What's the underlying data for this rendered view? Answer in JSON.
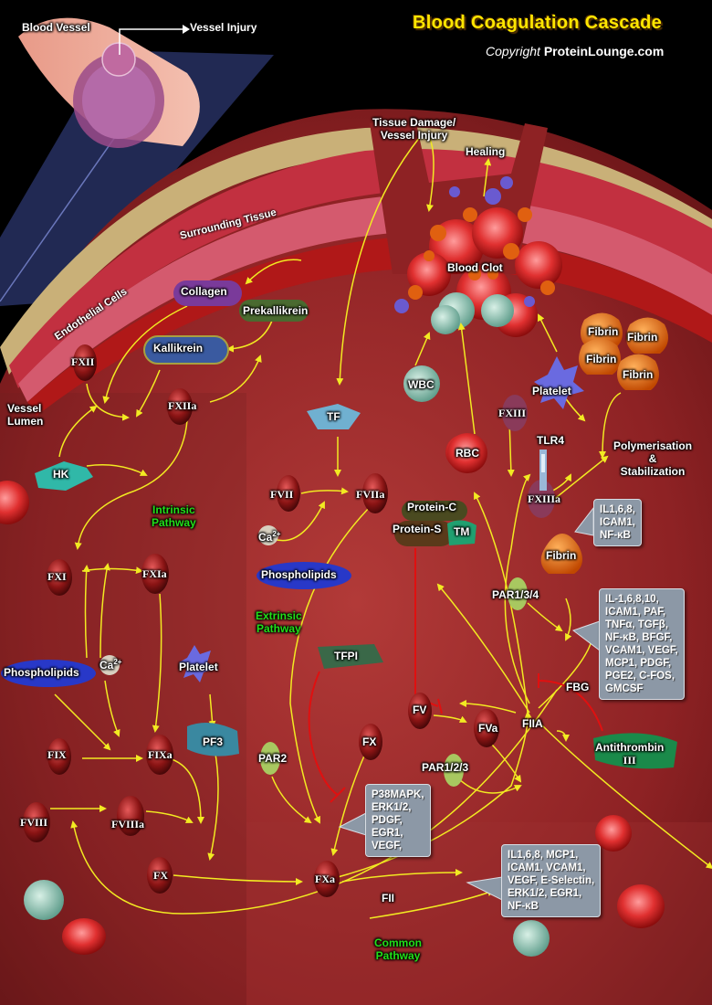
{
  "title": "Blood Coagulation Cascade",
  "copyright_prefix": "Copyright",
  "copyright_site": "ProteinLounge.com",
  "labels": {
    "blood_vessel": "Blood Vessel",
    "vessel_injury": "Vessel Injury",
    "tissue_damage_1": "Tissue Damage/",
    "tissue_damage_2": "Vessel Injury",
    "healing": "Healing",
    "surrounding_tissue": "Surrounding Tissue",
    "endothelial_cells": "Endothelial Cells",
    "blood_clot": "Blood Clot",
    "collagen": "Collagen",
    "prekallikrein": "Prekallikrein",
    "kallikrein": "Kallikrein",
    "fxii": "FXII",
    "fxiia": "FXIIa",
    "vessel_lumen_1": "Vessel",
    "vessel_lumen_2": "Lumen",
    "hk": "HK",
    "intrinsic_1": "Intrinsic",
    "intrinsic_2": "Pathway",
    "fxi": "FXI",
    "fxia": "FXIa",
    "ca_left": "Ca",
    "ca_sup": "2+",
    "phospholipids_left": "Phospholipids",
    "platelet_left": "Platelet",
    "pf3": "PF3",
    "fix": "FIX",
    "fixa": "FIXa",
    "fviii": "FVIII",
    "fviiia": "FVIIIa",
    "fx_left": "FX",
    "fxa": "FXa",
    "fii": "FII",
    "common_1": "Common",
    "common_2": "Pathway",
    "tf": "TF",
    "fvii": "FVII",
    "fviia": "FVIIa",
    "ca_mid": "Ca",
    "phospholipids_mid": "Phospholipids",
    "extrinsic_1": "Extrinsic",
    "extrinsic_2": "Pathway",
    "tfpi": "TFPI",
    "par2": "PAR2",
    "fx_mid": "FX",
    "wbc": "WBC",
    "rbc": "RBC",
    "protein_c": "Protein-C",
    "protein_s": "Protein-S",
    "tm": "TM",
    "fv": "FV",
    "fva": "FVa",
    "fiia": "FIIA",
    "par123": "PAR1/2/3",
    "par134": "PAR1/3/4",
    "fbg": "FBG",
    "fxiii": "FXIII",
    "fxiiia": "FXIIIa",
    "platelet_right": "Platelet",
    "tlr4": "TLR4",
    "polymerisation_1": "Polymerisation",
    "polymerisation_2": "&",
    "polymerisation_3": "Stabilization",
    "fibrin_1": "Fibrin",
    "fibrin_2": "Fibrin",
    "fibrin_3": "Fibrin",
    "fibrin_4": "Fibrin",
    "fibrin_5": "Fibrin",
    "antithrombin_1": "Antithrombin",
    "antithrombin_2": "III"
  },
  "boxes": {
    "il_small": [
      "IL1,6,8,",
      "ICAM1,",
      "NF-κB"
    ],
    "il_large": [
      "IL-1,6,8,10,",
      "ICAM1, PAF,",
      "TNFα, TGFβ,",
      "NF-κB, BFGF,",
      "VCAM1, VEGF,",
      "MCP1, PDGF,",
      "PGE2, C-FOS,",
      "GMCSF"
    ],
    "p38": [
      "P38MAPK,",
      "ERK1/2,",
      "PDGF,",
      "EGR1,",
      "VEGF,"
    ],
    "il_bottom": [
      "IL1,6,8, MCP1,",
      "ICAM1, VCAM1,",
      "VEGF, E-Selectin,",
      "ERK1/2, EGR1,",
      "NF-κB"
    ]
  },
  "colors": {
    "title": "#ffe600",
    "arrow": "#f2ea22",
    "inhibition": "#e01010",
    "pathway_label": "#22e01a",
    "box_bg": "#8c98a6"
  }
}
